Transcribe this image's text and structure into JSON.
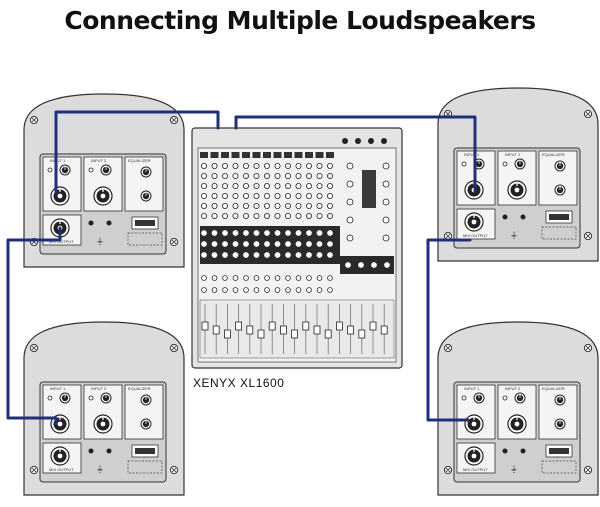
{
  "title": "Connecting Multiple Loudspeakers",
  "mixer": {
    "label": "XENYX XL1600"
  },
  "speakers": [
    {
      "id": "top-left",
      "panel_labels": {
        "input1": "INPUT 1",
        "input2": "INPUT 2",
        "eq": "EQUALIZER",
        "output": "MIX OUTPUT"
      }
    },
    {
      "id": "top-right",
      "panel_labels": {
        "input1": "INPUT 1",
        "input2": "INPUT 2",
        "eq": "EQUALIZER",
        "output": "MIX OUTPUT"
      }
    },
    {
      "id": "bottom-left",
      "panel_labels": {
        "input1": "INPUT 1",
        "input2": "INPUT 2",
        "eq": "EQUALIZER",
        "output": "MIX OUTPUT"
      }
    },
    {
      "id": "bottom-right",
      "panel_labels": {
        "input1": "INPUT 1",
        "input2": "INPUT 2",
        "eq": "EQUALIZER",
        "output": "MIX OUTPUT"
      }
    }
  ],
  "colors": {
    "cable": "#1f2f7a",
    "cabinet": "#dcdcdc",
    "outline": "#333333",
    "mixer_body": "#e4e4e4"
  }
}
